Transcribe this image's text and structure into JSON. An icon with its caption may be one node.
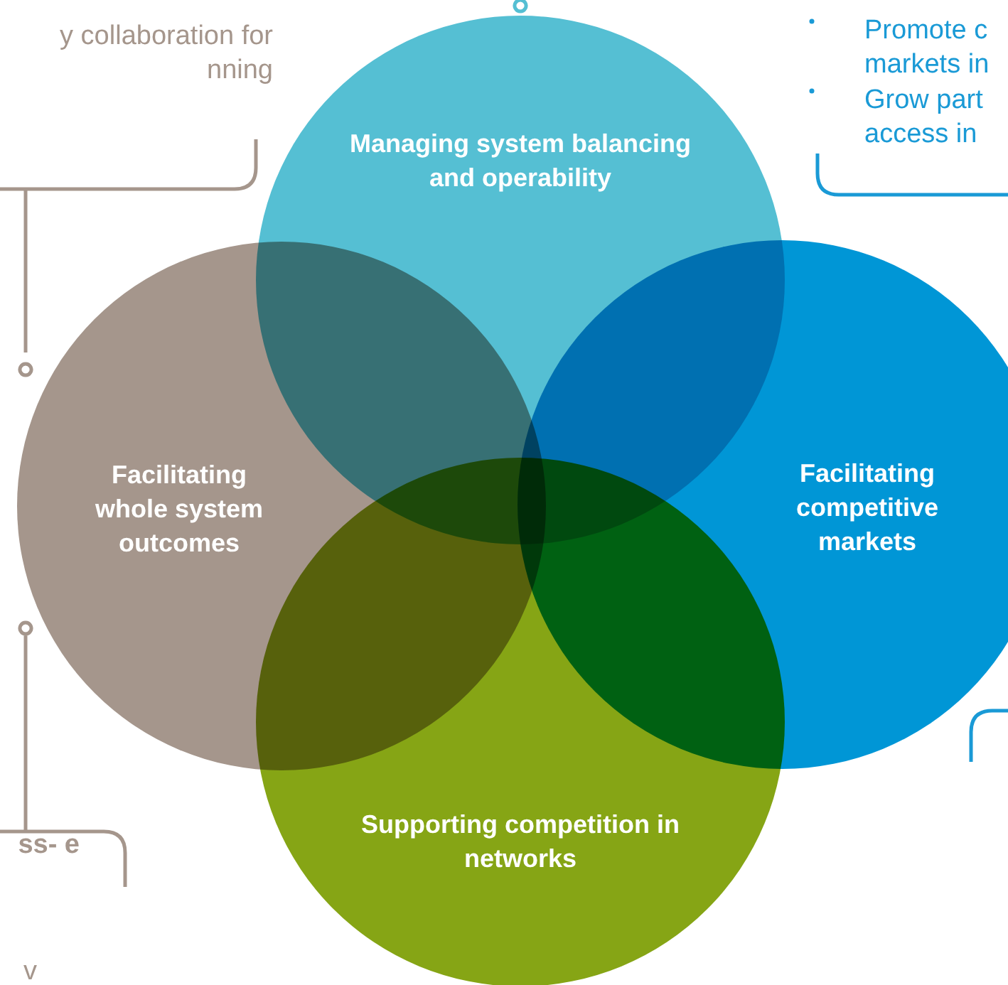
{
  "diagram": {
    "nodes": [
      {
        "text": [
          "Managing system balancing and operability"
        ]
      },
      {
        "text": [
          "Facilitating whole system outcomes"
        ]
      },
      {
        "text": [
          "Facilitating competitive markets"
        ]
      },
      {
        "text": [
          "Supporting competition in networks"
        ]
      }
    ],
    "labels": [
      "y collaboration for nning",
      "Promote c markets in",
      "Grow part access in",
      "ss- e",
      "v"
    ]
  }
}
